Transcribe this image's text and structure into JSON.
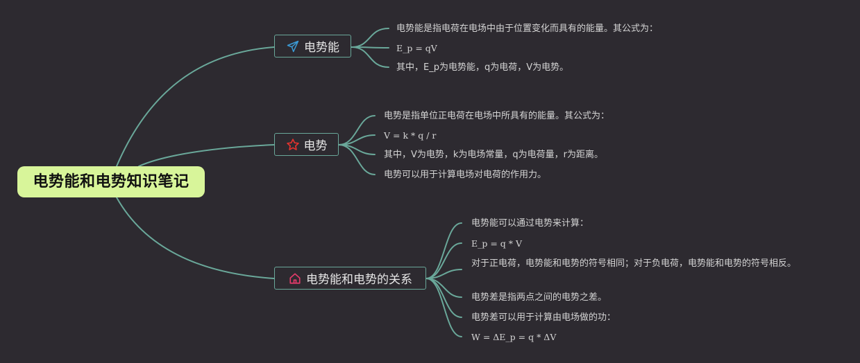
{
  "root": {
    "title": "电势能和电势知识笔记"
  },
  "branches": [
    {
      "label": "电势能",
      "icon": "paper-plane-icon",
      "icon_color": "#3b9bd6",
      "items": [
        "电势能是指电荷在电场中由于位置变化而具有的能量。其公式为：",
        "E_p = qV",
        "其中，E_p为电势能，q为电荷，V为电势。"
      ]
    },
    {
      "label": "电势",
      "icon": "star-icon",
      "icon_color": "#e2332e",
      "items": [
        "电势是指单位正电荷在电场中所具有的能量。其公式为：",
        "V = k * q / r",
        "其中，V为电势，k为电场常量，q为电荷量，r为距离。",
        "电势可以用于计算电场对电荷的作用力。"
      ]
    },
    {
      "label": "电势能和电势的关系",
      "icon": "home-icon",
      "icon_color": "#e23b6a",
      "items": [
        "电势能可以通过电势来计算：",
        "E_p = q * V",
        "对于正电荷，电势能和电势的符号相同；对于负电荷，电势能和电势的符号相反。",
        "电势差是指两点之间的电势之差。",
        "电势差可以用于计算由电场做的功：",
        "W = ΔE_p = q * ΔV"
      ]
    }
  ],
  "colors": {
    "background": "#2d2a30",
    "root_fill": "#d8f59a",
    "line": "#6aa89a",
    "text": "#d4d4d4"
  }
}
